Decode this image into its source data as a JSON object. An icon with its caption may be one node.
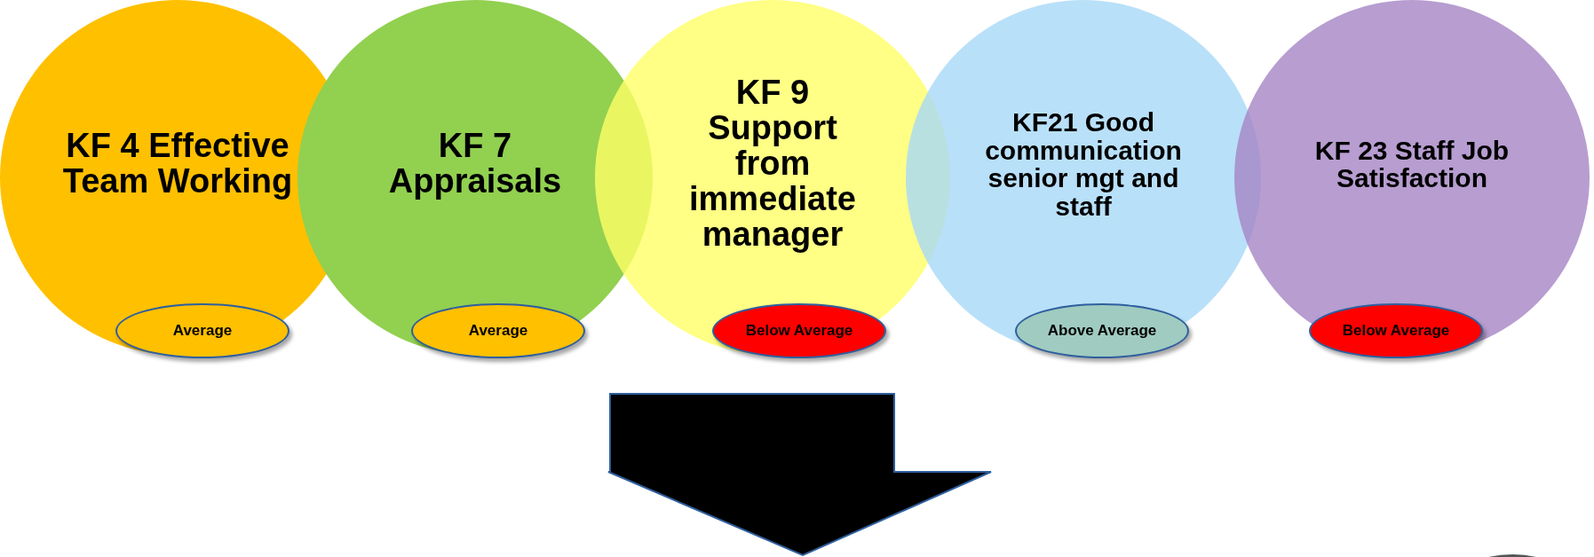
{
  "diagram": {
    "nodes": [
      {
        "text": [
          "KF 4 Effective Team Working"
        ]
      },
      {
        "text": [
          "Average"
        ],
        "in": 0
      },
      {
        "text": [
          "KF 7 Appraisals"
        ]
      },
      {
        "text": [
          "Average"
        ],
        "in": 2
      },
      {
        "text": [
          "KF 9 Support from immediate manager"
        ]
      },
      {
        "text": [
          "Below Average"
        ],
        "in": 4
      },
      {
        "text": [
          "KF21 Good communication senior mgt and staff"
        ]
      },
      {
        "text": [
          "Above Average"
        ],
        "in": 6
      },
      {
        "text": [
          "KF 23 Staff Job Satisfaction"
        ]
      },
      {
        "text": [
          "Below Average"
        ],
        "in": 8
      }
    ]
  }
}
